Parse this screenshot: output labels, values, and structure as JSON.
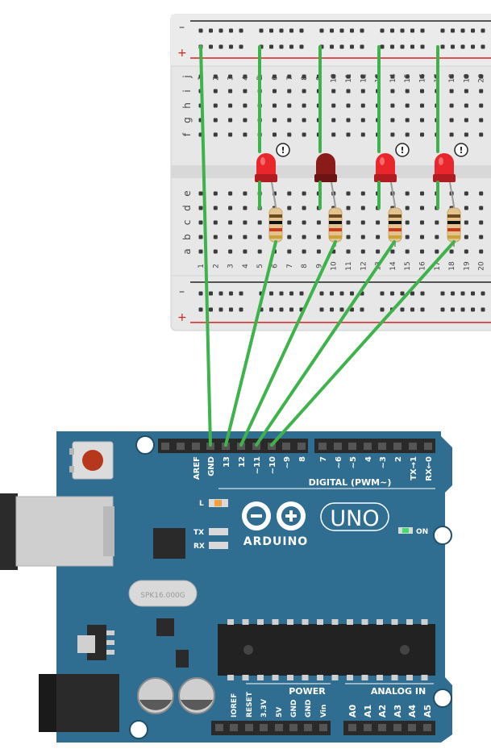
{
  "breadboard": {
    "rail_minus": "–",
    "rail_plus": "+",
    "row_letters_top": [
      "j",
      "i",
      "h",
      "g",
      "f"
    ],
    "row_letters_bottom": [
      "e",
      "d",
      "c",
      "b",
      "a"
    ],
    "column_numbers": [
      "1",
      "2",
      "3",
      "4",
      "5",
      "6",
      "7",
      "8",
      "9",
      "10",
      "11",
      "12",
      "13",
      "14",
      "15",
      "16",
      "17",
      "18",
      "19",
      "20"
    ]
  },
  "warning_badge": "!",
  "arduino": {
    "logo_text": "ARDUINO",
    "model_text": "UNO",
    "crystal_text": "SPK16.000G",
    "digital_title": "DIGITAL (PWM~)",
    "power_title": "POWER",
    "analog_title": "ANALOG IN",
    "on_label": "ON",
    "l_label": "L",
    "tx_label": "TX",
    "rx_label": "RX",
    "digital_pins_left": [
      "AREF",
      "GND",
      "13",
      "12",
      "~11",
      "~10",
      "~9",
      "8"
    ],
    "digital_pins_right": [
      "7",
      "~6",
      "~5",
      "4",
      "~3",
      "2",
      "TX→1",
      "RX←0"
    ],
    "power_pins": [
      "IOREF",
      "RESET",
      "3.3V",
      "5V",
      "GND",
      "GND",
      "Vin"
    ],
    "analog_pins": [
      "A0",
      "A1",
      "A2",
      "A3",
      "A4",
      "A5"
    ]
  },
  "colors": {
    "board_blue": "#2f6d91",
    "wire_green": "#3fb34b",
    "led_red": "#e8262c",
    "led_dark": "#8b1b19",
    "breadboard": "#e9e9e9"
  }
}
